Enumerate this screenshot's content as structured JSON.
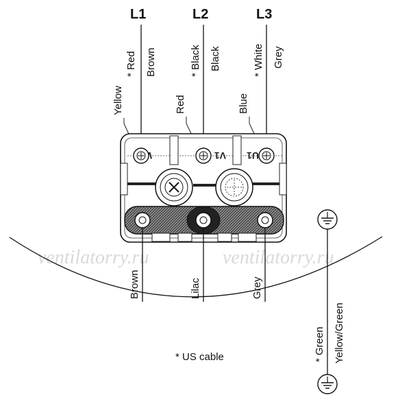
{
  "phases": {
    "l1": "L1",
    "l2": "L2",
    "l3": "L3"
  },
  "top_wires": {
    "l1_us": "* Red",
    "l1": "Brown",
    "l2_us": "* Black",
    "l2": "Black",
    "l3_us": "* White",
    "l3": "Grey"
  },
  "upper_terminal_wires": {
    "w1": "Yellow",
    "v1": "Red",
    "u1": "Blue"
  },
  "terminal_marks": {
    "w1": "W1",
    "v1": "V1",
    "u1": "U1"
  },
  "bottom_wires": {
    "left": "Brown",
    "middle": "Lilac",
    "right": "Grey"
  },
  "earth": {
    "us": "* Green",
    "std": "Yellow/Green"
  },
  "footnote": "* US cable",
  "watermark": {
    "left": "ventilatorry.ru",
    "right": "ventilatorry.ru"
  },
  "colors": {
    "line": "#111111",
    "hatch": "#555555",
    "watermark": "#d9d9d9"
  }
}
